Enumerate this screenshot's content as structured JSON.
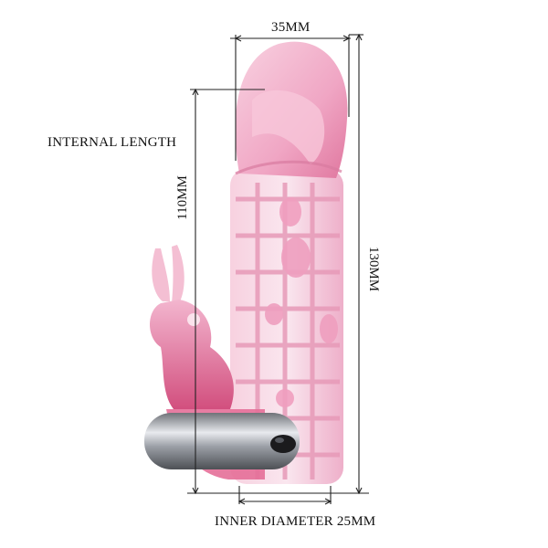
{
  "dimensions": {
    "width_top": "35MM",
    "internal_length_title": "INTERNAL LENGTH",
    "internal_length_value": "110MM",
    "total_length_value": "130MM",
    "inner_diameter_label": "INNER DIAMETER",
    "inner_diameter_value": "25MM"
  },
  "colors": {
    "sleeve_pink": "#f1a9c6",
    "sleeve_deep": "#d6527f",
    "bullet_silver": "#b9bcc2",
    "line": "#222222"
  }
}
